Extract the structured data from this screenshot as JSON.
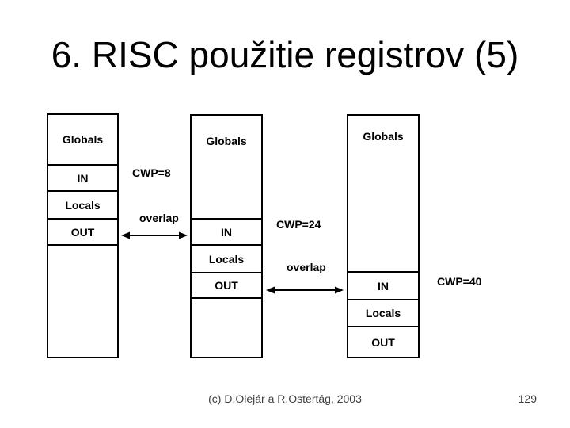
{
  "slide": {
    "title": "6. RISC použitie registrov (5)"
  },
  "diagram": {
    "columns": [
      {
        "id": "register-window-1",
        "cwp_label": "CWP=8",
        "sections": [
          {
            "label": "Globals"
          },
          {
            "label": "IN"
          },
          {
            "label": "Locals"
          },
          {
            "label": "OUT"
          },
          {
            "label": ""
          }
        ]
      },
      {
        "id": "register-window-2",
        "cwp_label": "CWP=24",
        "sections": [
          {
            "label": "Globals"
          },
          {
            "label": "IN"
          },
          {
            "label": "Locals"
          },
          {
            "label": "OUT"
          },
          {
            "label": ""
          }
        ]
      },
      {
        "id": "register-window-3",
        "cwp_label": "CWP=40",
        "sections": [
          {
            "label": "Globals"
          },
          {
            "label": "IN"
          },
          {
            "label": "Locals"
          },
          {
            "label": "OUT"
          }
        ]
      }
    ],
    "overlap_labels": [
      "overlap",
      "overlap"
    ]
  },
  "footer": {
    "copyright": "(c) D.Olejár a R.Ostertág, 2003",
    "page_number": "129"
  },
  "colors": {
    "background": "#ffffff",
    "line": "#000000",
    "text": "#000000",
    "footer_text": "#3f3f3f"
  }
}
